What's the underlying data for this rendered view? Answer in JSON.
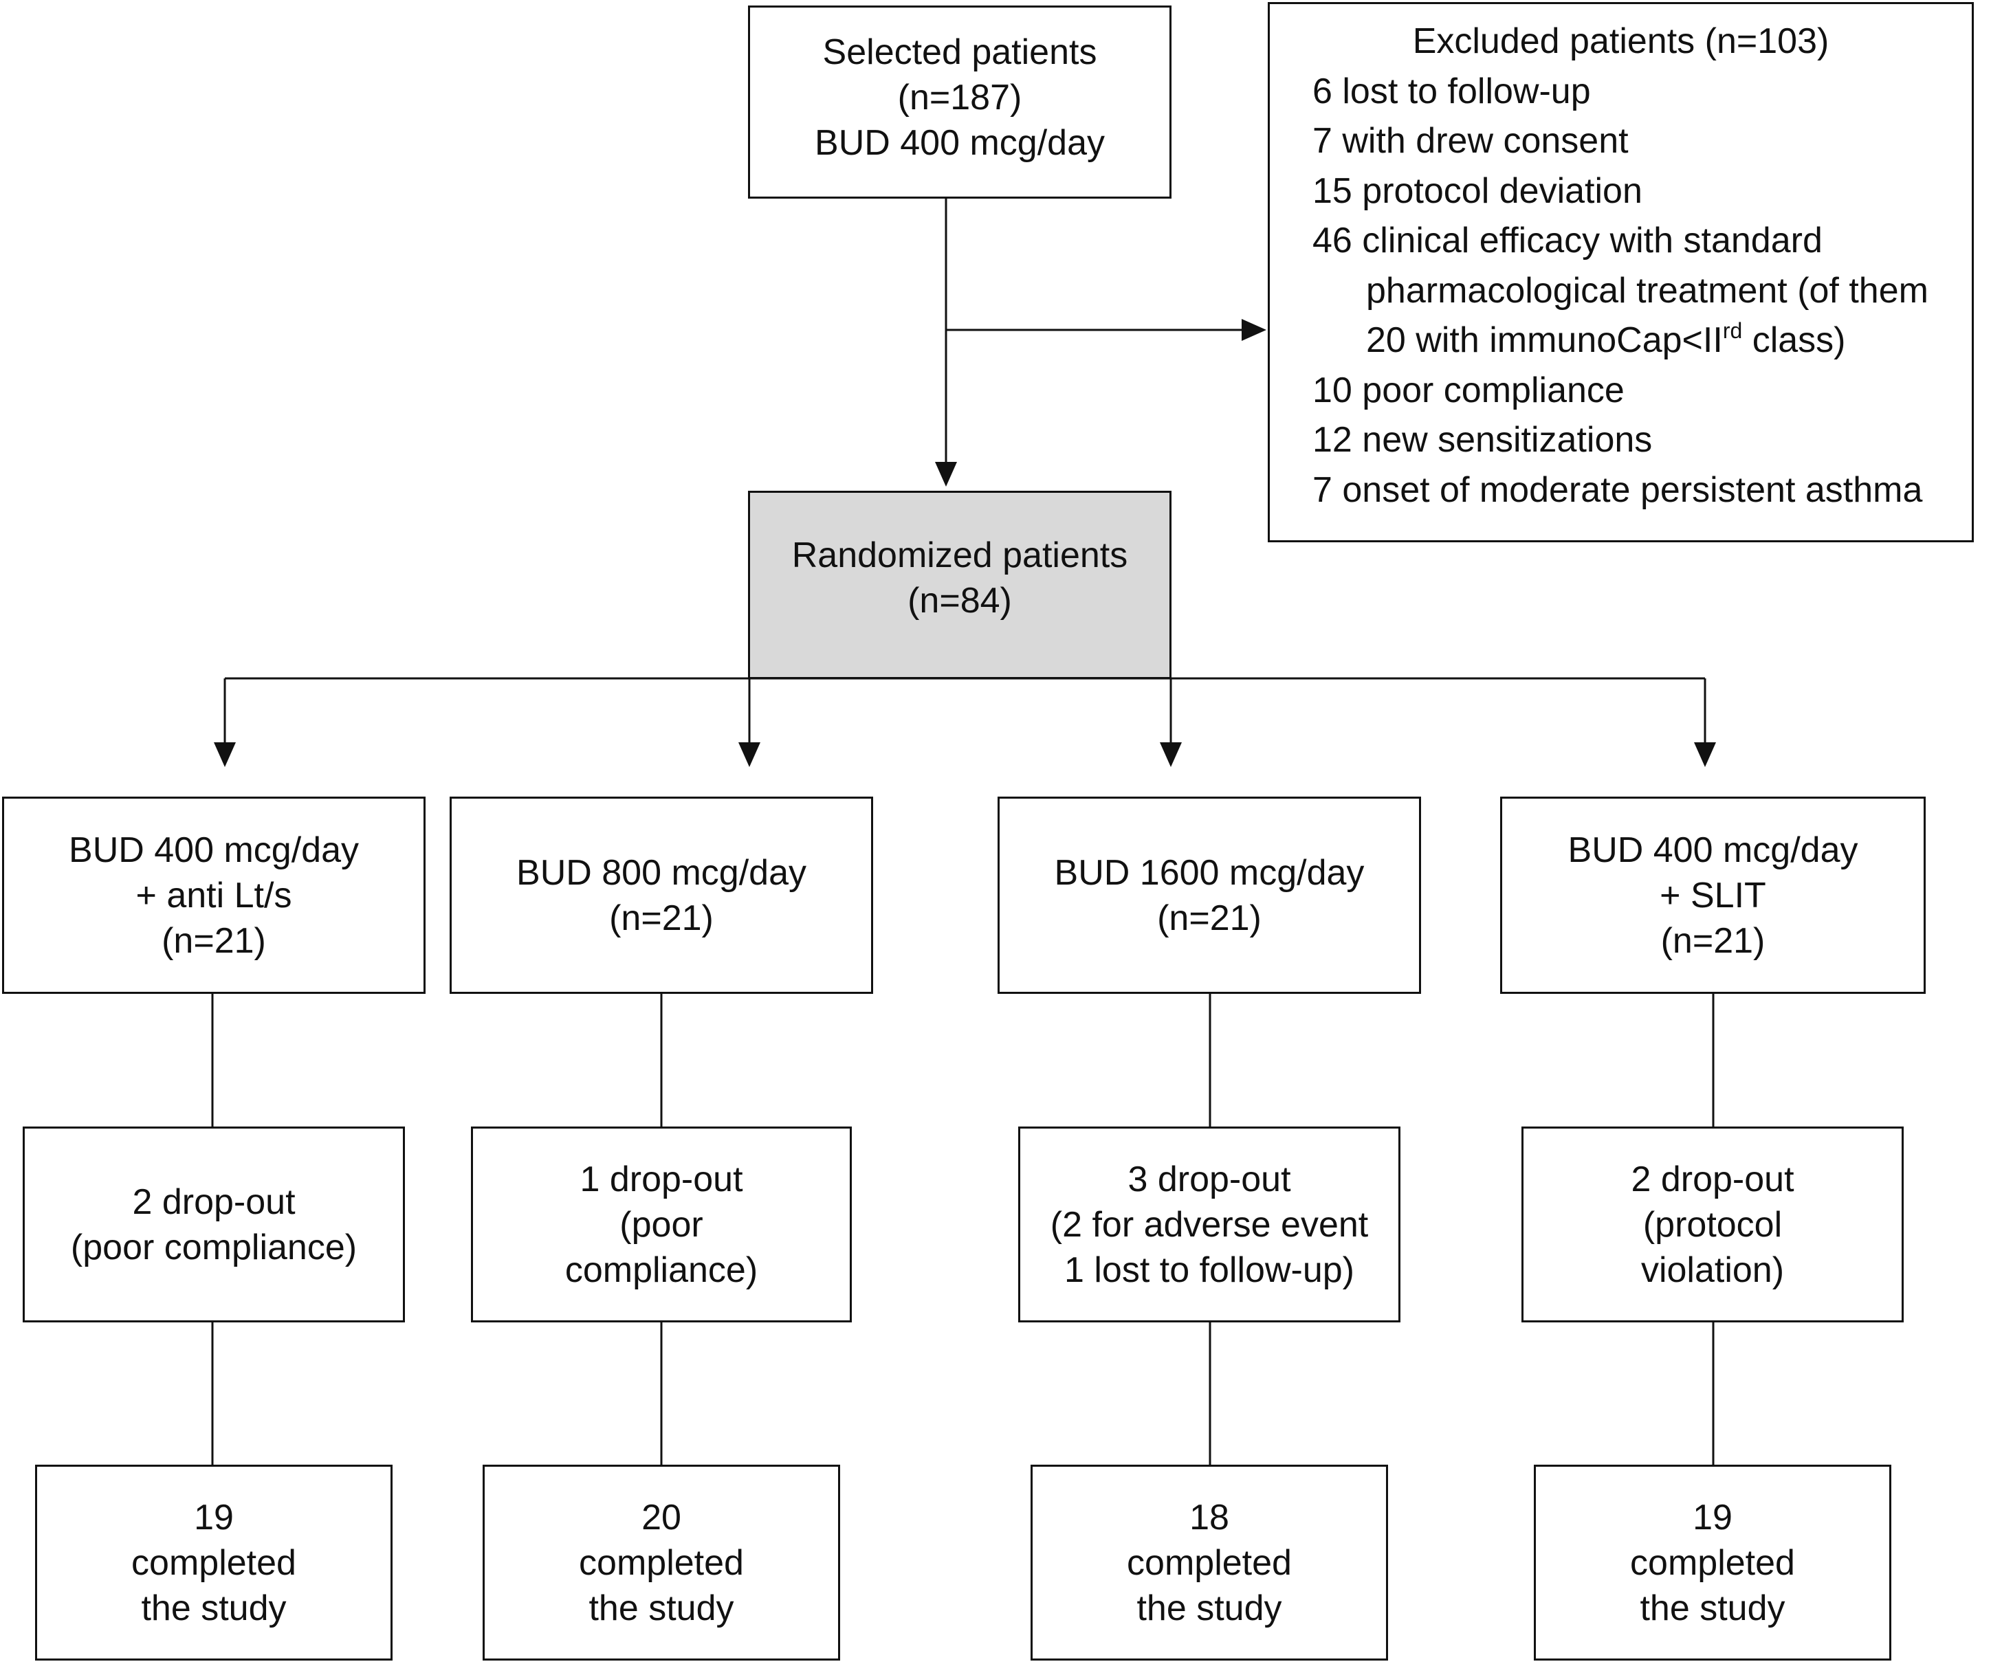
{
  "selected": {
    "lines": [
      "Selected patients",
      "(n=187)",
      "BUD 400 mcg/day"
    ]
  },
  "excluded": {
    "title": "Excluded patients (n=103)",
    "items": [
      {
        "text": "6 lost to follow-up"
      },
      {
        "text": "7 with drew consent"
      },
      {
        "text": "15 protocol deviation"
      },
      {
        "text": "46 clinical efficacy with standard",
        "continuation": [
          "pharmacological treatment (of them",
          "20 with immunoCap<II"
        ],
        "superscript": "rd",
        "suffix": " class)"
      },
      {
        "text": "10 poor compliance"
      },
      {
        "text": "12 new sensitizations"
      },
      {
        "text": "7 onset of moderate persistent asthma"
      }
    ]
  },
  "randomized": {
    "lines": [
      "Randomized patients",
      "(n=84)"
    ]
  },
  "arms": [
    {
      "treatment": [
        "BUD 400 mcg/day",
        "+ anti Lt/s",
        "(n=21)"
      ],
      "dropout": [
        "2 drop-out",
        "(poor compliance)"
      ],
      "completed": [
        "19",
        "completed",
        "the study"
      ]
    },
    {
      "treatment": [
        "BUD 800 mcg/day",
        "(n=21)"
      ],
      "dropout": [
        "1 drop-out",
        "(poor",
        "compliance)"
      ],
      "completed": [
        "20",
        "completed",
        "the study"
      ]
    },
    {
      "treatment": [
        "BUD 1600 mcg/day",
        "(n=21)"
      ],
      "dropout": [
        "3 drop-out",
        "(2 for adverse event",
        "1 lost to follow-up)"
      ],
      "completed": [
        "18",
        "completed",
        "the study"
      ]
    },
    {
      "treatment": [
        "BUD 400 mcg/day",
        "+ SLIT",
        "(n=21)"
      ],
      "dropout": [
        "2 drop-out",
        "(protocol",
        "violation)"
      ],
      "completed": [
        "19",
        "completed",
        "the study"
      ]
    }
  ],
  "colors": {
    "line": "#111111",
    "randomized_fill": "#d9d9d9",
    "background": "#ffffff"
  }
}
